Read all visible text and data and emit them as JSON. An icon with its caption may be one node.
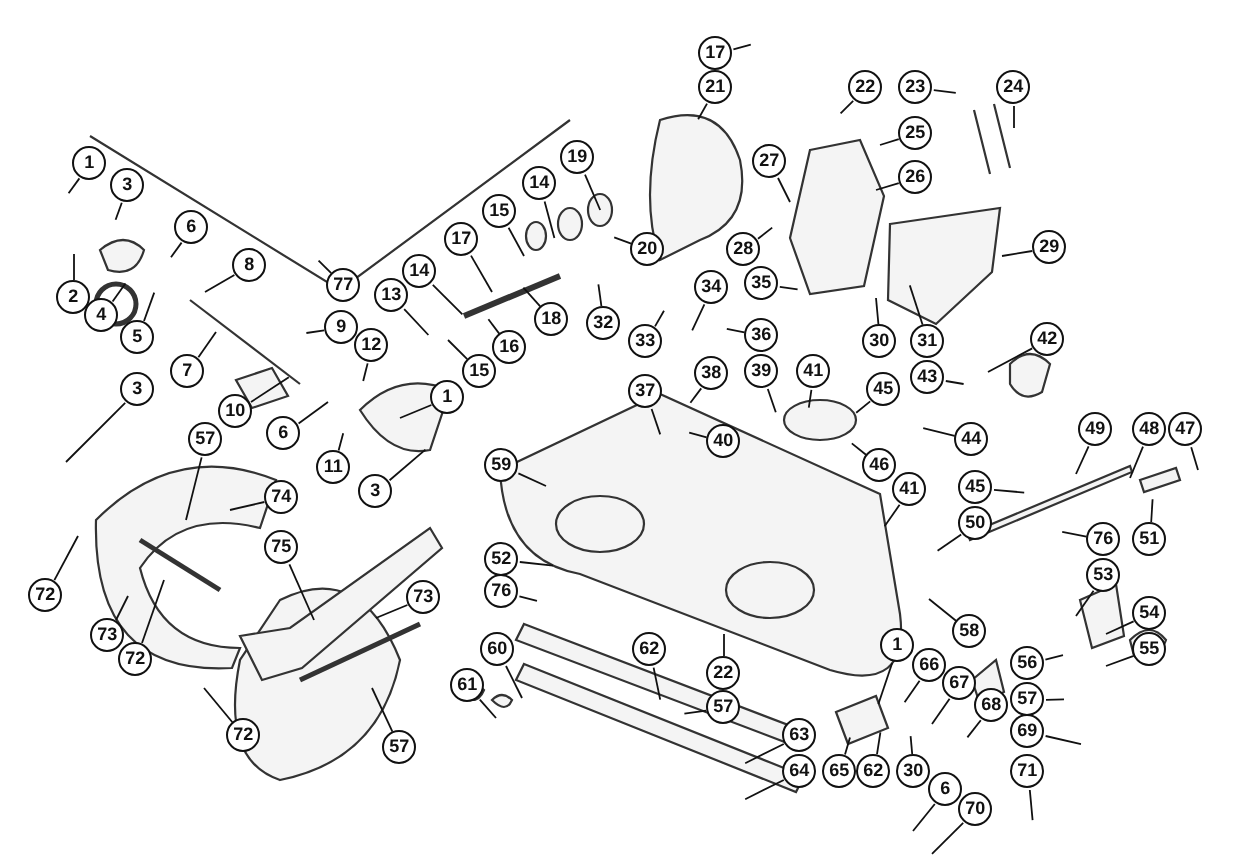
{
  "diagram": {
    "nodes": [
      {
        "text": [
          "17"
        ]
      },
      {
        "text": [
          "21"
        ]
      },
      {
        "text": [
          "22"
        ]
      },
      {
        "text": [
          "23"
        ]
      },
      {
        "text": [
          "24"
        ]
      },
      {
        "text": [
          "25"
        ]
      },
      {
        "text": [
          "26"
        ]
      },
      {
        "text": [
          "1"
        ]
      },
      {
        "text": [
          "3"
        ]
      },
      {
        "text": [
          "27"
        ]
      },
      {
        "text": [
          "6"
        ]
      },
      {
        "text": [
          "13"
        ]
      },
      {
        "text": [
          "14"
        ]
      },
      {
        "text": [
          "15"
        ]
      },
      {
        "text": [
          "14"
        ]
      },
      {
        "text": [
          "19"
        ]
      },
      {
        "text": [
          "17"
        ]
      },
      {
        "text": [
          "29"
        ]
      },
      {
        "text": [
          "20"
        ]
      },
      {
        "text": [
          "28"
        ]
      },
      {
        "text": [
          "8"
        ]
      },
      {
        "text": [
          "2"
        ]
      },
      {
        "text": [
          "77"
        ]
      },
      {
        "text": [
          "34"
        ]
      },
      {
        "text": [
          "35"
        ]
      },
      {
        "text": [
          "4"
        ]
      },
      {
        "text": [
          "18"
        ]
      },
      {
        "text": [
          "32"
        ]
      },
      {
        "text": [
          "9"
        ]
      },
      {
        "text": [
          "5"
        ]
      },
      {
        "text": [
          "16"
        ]
      },
      {
        "text": [
          "36"
        ]
      },
      {
        "text": [
          "33"
        ]
      },
      {
        "text": [
          "30"
        ]
      },
      {
        "text": [
          "31"
        ]
      },
      {
        "text": [
          "42"
        ]
      },
      {
        "text": [
          "12"
        ]
      },
      {
        "text": [
          "7"
        ]
      },
      {
        "text": [
          "15"
        ]
      },
      {
        "text": [
          "38"
        ]
      },
      {
        "text": [
          "39"
        ]
      },
      {
        "text": [
          "41"
        ]
      },
      {
        "text": [
          "43"
        ]
      },
      {
        "text": [
          "45"
        ]
      },
      {
        "text": [
          "37"
        ]
      },
      {
        "text": [
          "1"
        ]
      },
      {
        "text": [
          "3"
        ]
      },
      {
        "text": [
          "10"
        ]
      },
      {
        "text": [
          "6"
        ]
      },
      {
        "text": [
          "57"
        ]
      },
      {
        "text": [
          "44"
        ]
      },
      {
        "text": [
          "40"
        ]
      },
      {
        "text": [
          "49"
        ]
      },
      {
        "text": [
          "48"
        ]
      },
      {
        "text": [
          "47"
        ]
      },
      {
        "text": [
          "59"
        ]
      },
      {
        "text": [
          "46"
        ]
      },
      {
        "text": [
          "11"
        ]
      },
      {
        "text": [
          "41"
        ]
      },
      {
        "text": [
          "45"
        ]
      },
      {
        "text": [
          "3"
        ]
      },
      {
        "text": [
          "74"
        ]
      },
      {
        "text": [
          "50"
        ]
      },
      {
        "text": [
          "51"
        ]
      },
      {
        "text": [
          "76"
        ]
      },
      {
        "text": [
          "75"
        ]
      },
      {
        "text": [
          "52"
        ]
      },
      {
        "text": [
          "53"
        ]
      },
      {
        "text": [
          "76"
        ]
      },
      {
        "text": [
          "72"
        ]
      },
      {
        "text": [
          "73"
        ]
      },
      {
        "text": [
          "54"
        ]
      },
      {
        "text": [
          "58"
        ]
      },
      {
        "text": [
          "73"
        ]
      },
      {
        "text": [
          "1"
        ]
      },
      {
        "text": [
          "55"
        ]
      },
      {
        "text": [
          "60"
        ]
      },
      {
        "text": [
          "62"
        ]
      },
      {
        "text": [
          "72"
        ]
      },
      {
        "text": [
          "56"
        ]
      },
      {
        "text": [
          "66"
        ]
      },
      {
        "text": [
          "22"
        ]
      },
      {
        "text": [
          "67"
        ]
      },
      {
        "text": [
          "61"
        ]
      },
      {
        "text": [
          "68"
        ]
      },
      {
        "text": [
          "57"
        ]
      },
      {
        "text": [
          "57"
        ]
      },
      {
        "text": [
          "69"
        ]
      },
      {
        "text": [
          "63"
        ]
      },
      {
        "text": [
          "72"
        ]
      },
      {
        "text": [
          "57"
        ]
      },
      {
        "text": [
          "64"
        ]
      },
      {
        "text": [
          "65"
        ]
      },
      {
        "text": [
          "62"
        ]
      },
      {
        "text": [
          "30"
        ]
      },
      {
        "text": [
          "71"
        ]
      },
      {
        "text": [
          "6"
        ]
      },
      {
        "text": [
          "70"
        ]
      }
    ],
    "edges": [
      {
        "from": 0,
        "to": null,
        "arrow": "none"
      },
      {
        "from": 1,
        "to": null,
        "arrow": "none"
      },
      {
        "from": 2,
        "to": null,
        "arrow": "none"
      },
      {
        "from": 3,
        "to": null,
        "arrow": "none"
      },
      {
        "from": 4,
        "to": null,
        "arrow": "none"
      },
      {
        "from": 5,
        "to": null,
        "arrow": "none"
      },
      {
        "from": 6,
        "to": null,
        "arrow": "none"
      },
      {
        "from": 7,
        "to": null,
        "arrow": "none"
      },
      {
        "from": 8,
        "to": null,
        "arrow": "none"
      },
      {
        "from": 9,
        "to": null,
        "arrow": "none"
      },
      {
        "from": 10,
        "to": null,
        "arrow": "none"
      },
      {
        "from": 11,
        "to": null,
        "arrow": "none"
      },
      {
        "from": 12,
        "to": null,
        "arrow": "none"
      },
      {
        "from": 13,
        "to": null,
        "arrow": "none"
      },
      {
        "from": 14,
        "to": null,
        "arrow": "none"
      },
      {
        "from": 15,
        "to": null,
        "arrow": "none"
      },
      {
        "from": 16,
        "to": null,
        "arrow": "none"
      },
      {
        "from": 17,
        "to": null,
        "arrow": "none"
      },
      {
        "from": 18,
        "to": null,
        "arrow": "none"
      },
      {
        "from": 19,
        "to": null,
        "arrow": "none"
      },
      {
        "from": 20,
        "to": null,
        "arrow": "none"
      },
      {
        "from": 21,
        "to": null,
        "arrow": "none"
      },
      {
        "from": 22,
        "to": null,
        "arrow": "none"
      },
      {
        "from": 23,
        "to": null,
        "arrow": "none"
      },
      {
        "from": 24,
        "to": null,
        "arrow": "none"
      },
      {
        "from": 25,
        "to": null,
        "arrow": "none"
      },
      {
        "from": 26,
        "to": null,
        "arrow": "none"
      },
      {
        "from": 27,
        "to": null,
        "arrow": "none"
      },
      {
        "from": 28,
        "to": null,
        "arrow": "none"
      },
      {
        "from": 29,
        "to": null,
        "arrow": "none"
      },
      {
        "from": 30,
        "to": null,
        "arrow": "none"
      },
      {
        "from": 31,
        "to": null,
        "arrow": "none"
      },
      {
        "from": 32,
        "to": null,
        "arrow": "none"
      },
      {
        "from": 33,
        "to": null,
        "arrow": "none"
      },
      {
        "from": 34,
        "to": null,
        "arrow": "none"
      },
      {
        "from": 35,
        "to": null,
        "arrow": "none"
      },
      {
        "from": 36,
        "to": null,
        "arrow": "none"
      },
      {
        "from": 37,
        "to": null,
        "arrow": "none"
      },
      {
        "from": 38,
        "to": null,
        "arrow": "none"
      },
      {
        "from": 39,
        "to": null,
        "arrow": "none"
      },
      {
        "from": 40,
        "to": null,
        "arrow": "none"
      },
      {
        "from": 41,
        "to": null,
        "arrow": "none"
      },
      {
        "from": 42,
        "to": null,
        "arrow": "none"
      },
      {
        "from": 43,
        "to": null,
        "arrow": "none"
      },
      {
        "from": 44,
        "to": null,
        "arrow": "none"
      },
      {
        "from": 45,
        "to": null,
        "arrow": "none"
      },
      {
        "from": 46,
        "to": null,
        "arrow": "none"
      },
      {
        "from": 47,
        "to": null,
        "arrow": "none"
      },
      {
        "from": 48,
        "to": null,
        "arrow": "none"
      },
      {
        "from": 49,
        "to": null,
        "arrow": "none"
      },
      {
        "from": 50,
        "to": null,
        "arrow": "none"
      },
      {
        "from": 51,
        "to": null,
        "arrow": "none"
      },
      {
        "from": 52,
        "to": null,
        "arrow": "none"
      },
      {
        "from": 53,
        "to": null,
        "arrow": "none"
      },
      {
        "from": 54,
        "to": null,
        "arrow": "none"
      },
      {
        "from": 55,
        "to": null,
        "arrow": "none"
      },
      {
        "from": 56,
        "to": null,
        "arrow": "none"
      },
      {
        "from": 57,
        "to": null,
        "arrow": "none"
      },
      {
        "from": 58,
        "to": null,
        "arrow": "none"
      },
      {
        "from": 59,
        "to": null,
        "arrow": "none"
      },
      {
        "from": 60,
        "to": null,
        "arrow": "none"
      },
      {
        "from": 61,
        "to": null,
        "arrow": "none"
      },
      {
        "from": 62,
        "to": null,
        "arrow": "none"
      },
      {
        "from": 63,
        "to": null,
        "arrow": "none"
      },
      {
        "from": 64,
        "to": null,
        "arrow": "none"
      },
      {
        "from": 65,
        "to": null,
        "arrow": "none"
      },
      {
        "from": 66,
        "to": null,
        "arrow": "none"
      },
      {
        "from": 67,
        "to": null,
        "arrow": "none"
      },
      {
        "from": 68,
        "to": null,
        "arrow": "none"
      },
      {
        "from": 69,
        "to": null,
        "arrow": "none"
      },
      {
        "from": 70,
        "to": null,
        "arrow": "none"
      },
      {
        "from": 71,
        "to": null,
        "arrow": "none"
      },
      {
        "from": 72,
        "to": null,
        "arrow": "none"
      },
      {
        "from": 73,
        "to": null,
        "arrow": "none"
      },
      {
        "from": 74,
        "to": null,
        "arrow": "none"
      },
      {
        "from": 75,
        "to": null,
        "arrow": "none"
      },
      {
        "from": 76,
        "to": null,
        "arrow": "none"
      },
      {
        "from": 77,
        "to": null,
        "arrow": "none"
      },
      {
        "from": 78,
        "to": null,
        "arrow": "none"
      },
      {
        "from": 79,
        "to": null,
        "arrow": "none"
      },
      {
        "from": 80,
        "to": null,
        "arrow": "none"
      },
      {
        "from": 81,
        "to": null,
        "arrow": "none"
      },
      {
        "from": 82,
        "to": null,
        "arrow": "none"
      },
      {
        "from": 83,
        "to": null,
        "arrow": "none"
      },
      {
        "from": 84,
        "to": null,
        "arrow": "none"
      },
      {
        "from": 85,
        "to": null,
        "arrow": "none"
      },
      {
        "from": 86,
        "to": null,
        "arrow": "none"
      },
      {
        "from": 87,
        "to": null,
        "arrow": "none"
      },
      {
        "from": 88,
        "to": null,
        "arrow": "none"
      },
      {
        "from": 89,
        "to": null,
        "arrow": "none"
      },
      {
        "from": 90,
        "to": null,
        "arrow": "none"
      },
      {
        "from": 91,
        "to": null,
        "arrow": "none"
      },
      {
        "from": 92,
        "to": null,
        "arrow": "none"
      },
      {
        "from": 93,
        "to": null,
        "arrow": "none"
      },
      {
        "from": 94,
        "to": null,
        "arrow": "none"
      },
      {
        "from": 95,
        "to": null,
        "arrow": "none"
      },
      {
        "from": 96,
        "to": null,
        "arrow": "none"
      },
      {
        "from": 97,
        "to": null,
        "arrow": "none"
      }
    ]
  }
}
